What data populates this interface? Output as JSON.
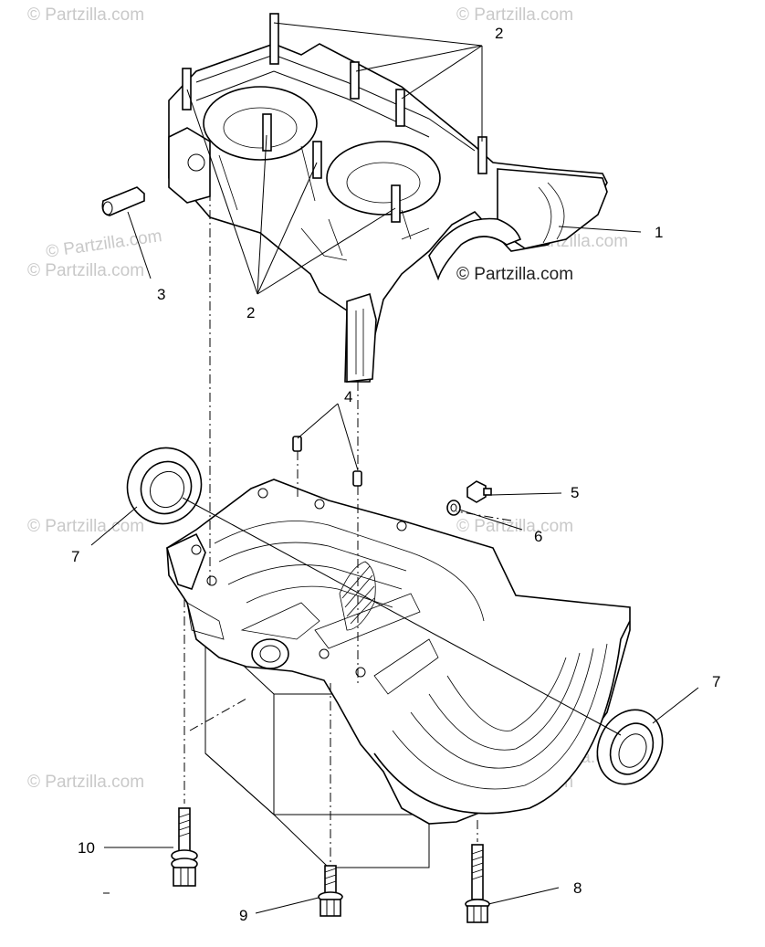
{
  "watermark": "© Partzilla.com",
  "callouts": {
    "c1": "1",
    "c2_top": "2",
    "c2_bottom": "2",
    "c3": "3",
    "c4": "4",
    "c5": "5",
    "c6": "6",
    "c7_left": "7",
    "c7_right": "7",
    "c8": "8",
    "c9": "9",
    "c10": "10"
  }
}
